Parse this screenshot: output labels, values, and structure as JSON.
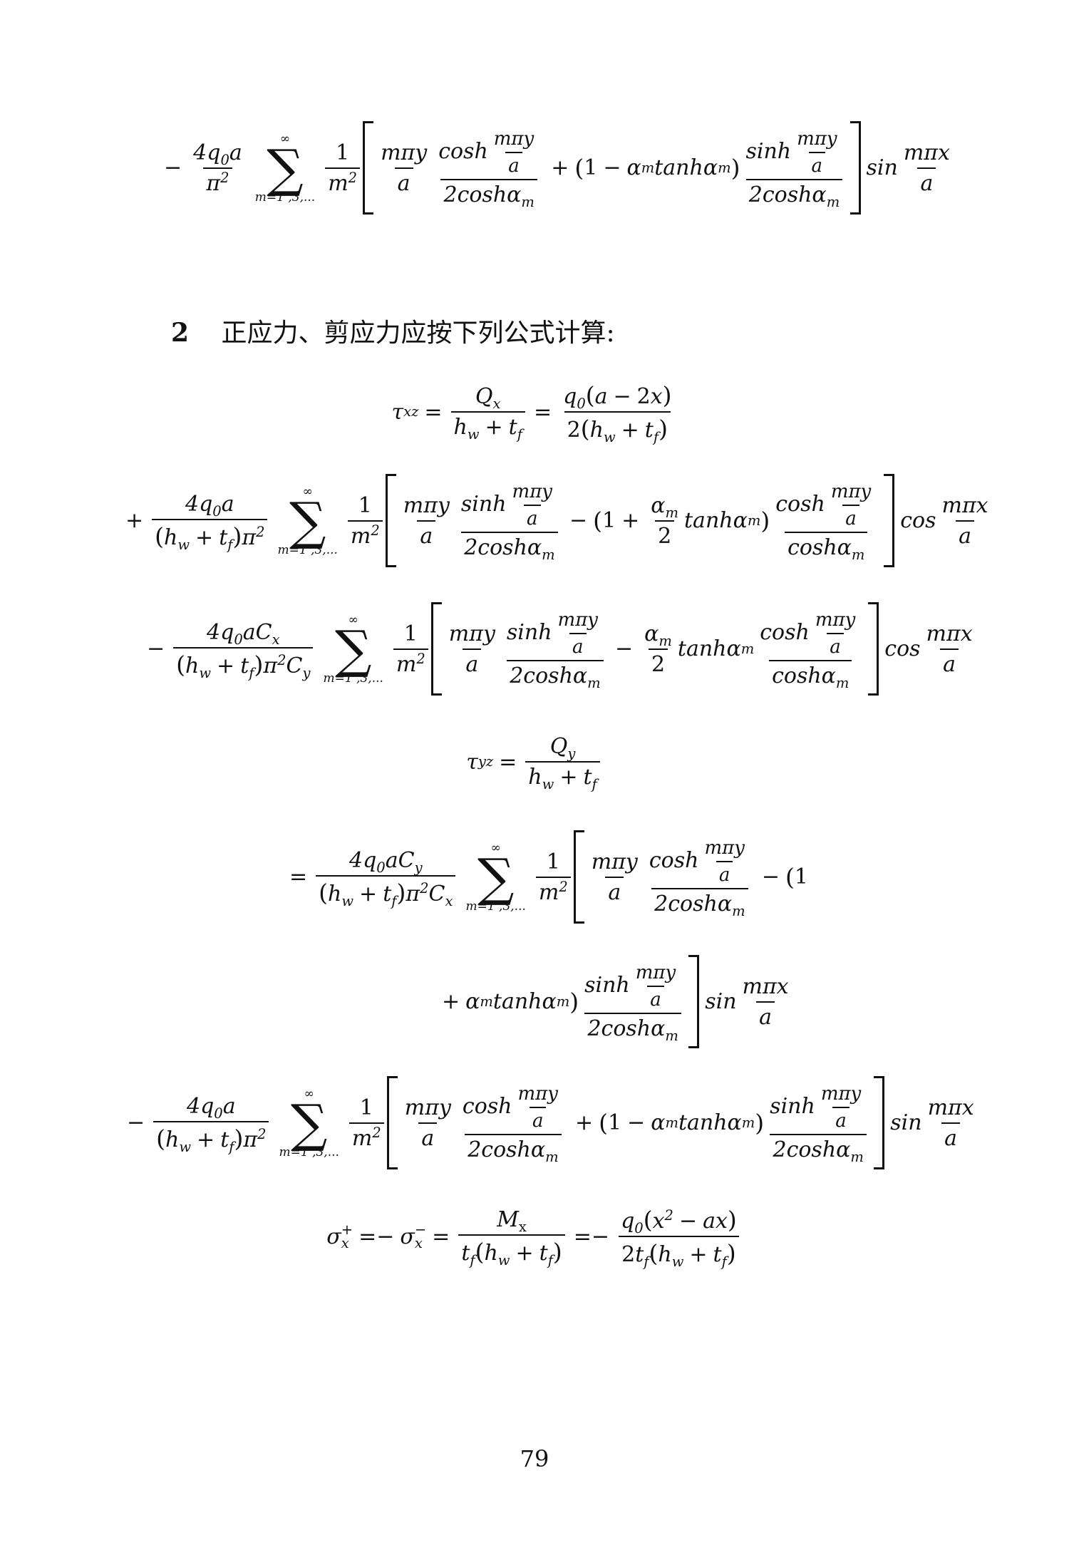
{
  "section": {
    "number": "2",
    "title": "正应力、剪应力应按下列公式计算:"
  },
  "page": {
    "number": "79"
  }
}
